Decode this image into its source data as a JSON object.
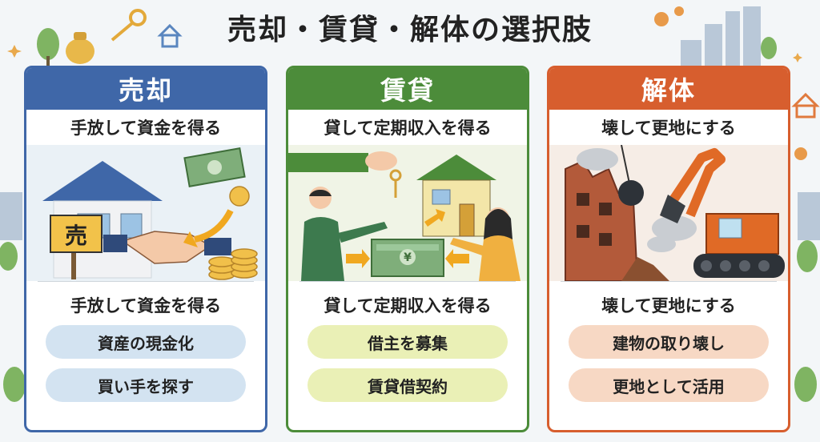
{
  "title": "売却・賃貸・解体の選択肢",
  "colors": {
    "sell": "#3f67a8",
    "rent": "#4c8c3a",
    "demolish": "#d75e2e"
  },
  "cards": [
    {
      "heading": "売却",
      "subtitle": "手放して資金を得る",
      "sign": "売",
      "summary": "手放して資金を得る",
      "items": [
        "資産の現金化",
        "買い手を探す"
      ]
    },
    {
      "heading": "賃貸",
      "subtitle": "貸して定期収入を得る",
      "money_symbol": "¥",
      "summary": "貸して定期収入を得る",
      "items": [
        "借主を募集",
        "賃貸借契約"
      ]
    },
    {
      "heading": "解体",
      "subtitle": "壊して更地にする",
      "summary": "壊して更地にする",
      "items": [
        "建物の取り壊し",
        "更地として活用"
      ]
    }
  ]
}
